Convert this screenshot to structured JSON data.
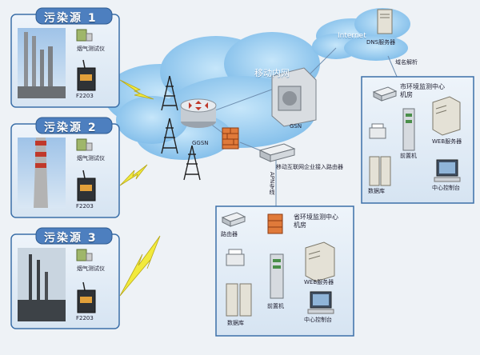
{
  "sources": [
    {
      "title": "污染源 1",
      "analyzer": "烟气测试仪",
      "terminal": "F2203"
    },
    {
      "title": "污染源 2",
      "analyzer": "烟气测试仪",
      "terminal": "F2203"
    },
    {
      "title": "污染源 3",
      "analyzer": "烟气测试仪",
      "terminal": "F2203"
    }
  ],
  "network": {
    "mobile_cloud": "移动内网",
    "internet_cloud": "Internet",
    "dns_server": "DNS服务器",
    "domain_resolution": "域名解析",
    "ggsn": "GGSN",
    "gsn": "GSN",
    "apn_router": "移动互联网企业接入路由器",
    "apn_line": "APN专线"
  },
  "provincial_center": {
    "title": "省环境监测中心机房",
    "router": "路由器",
    "web_server": "WEB服务器",
    "front_processor": "前置机",
    "database": "数据库",
    "console": "中心控制台"
  },
  "remote_center": {
    "title": "市环境监测中心机房",
    "web_server": "WEB服务器",
    "front_processor": "前置机",
    "database": "数据库",
    "console": "中心控制台"
  },
  "colors": {
    "panel_fill": "#dfe9f4",
    "panel_border": "#3b6fa8",
    "title_bar": "#4d7fbf",
    "cloud": "#8fc6ee",
    "line": "#6f8fb0"
  }
}
